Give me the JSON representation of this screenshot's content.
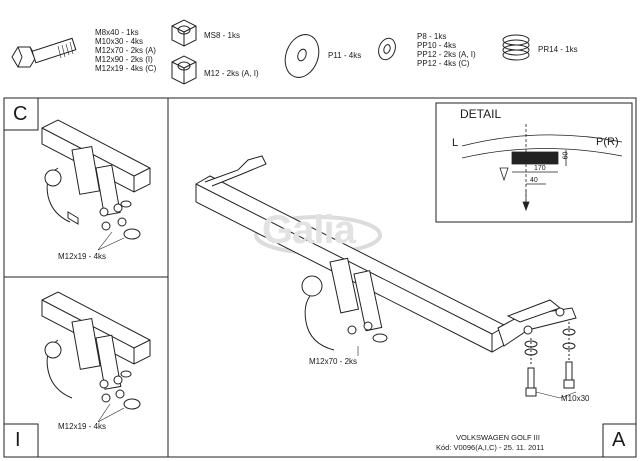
{
  "hardware": {
    "bolt_lines": [
      "M8x40 - 1ks",
      "M10x30 - 4ks",
      "M12x70 - 2ks (A)",
      "M12x90 - 2ks (I)",
      "M12x19 - 4ks (C)"
    ],
    "nut_ms8": "MS8 - 1ks",
    "nut_m12": "M12 - 2ks (A, I)",
    "washer_p11": "P11 - 4ks",
    "washer_lines": [
      "P8 - 1ks",
      "PP10 - 4ks",
      "PP12 - 2ks (A, I)",
      "PP12 - 4ks (C)"
    ],
    "spring": "PR14 - 1ks"
  },
  "panels": {
    "c_label": "C",
    "i_label": "I",
    "a_label": "A",
    "c_bolt": "M12x19 - 4ks",
    "i_bolt": "M12x19 - 4ks",
    "a_bolt": "M12x70 - 2ks",
    "a_side_bolt": "M10x30"
  },
  "detail": {
    "title": "DETAIL",
    "left": "L",
    "right": "P(R)",
    "dim_height": "60",
    "dim_width": "170",
    "dim_offset": "40"
  },
  "brand": "Galia",
  "footer": {
    "model": "VOLKSWAGEN GOLF III",
    "code": "Kód: V0096(A,I,C) - 25. 11. 2011"
  }
}
